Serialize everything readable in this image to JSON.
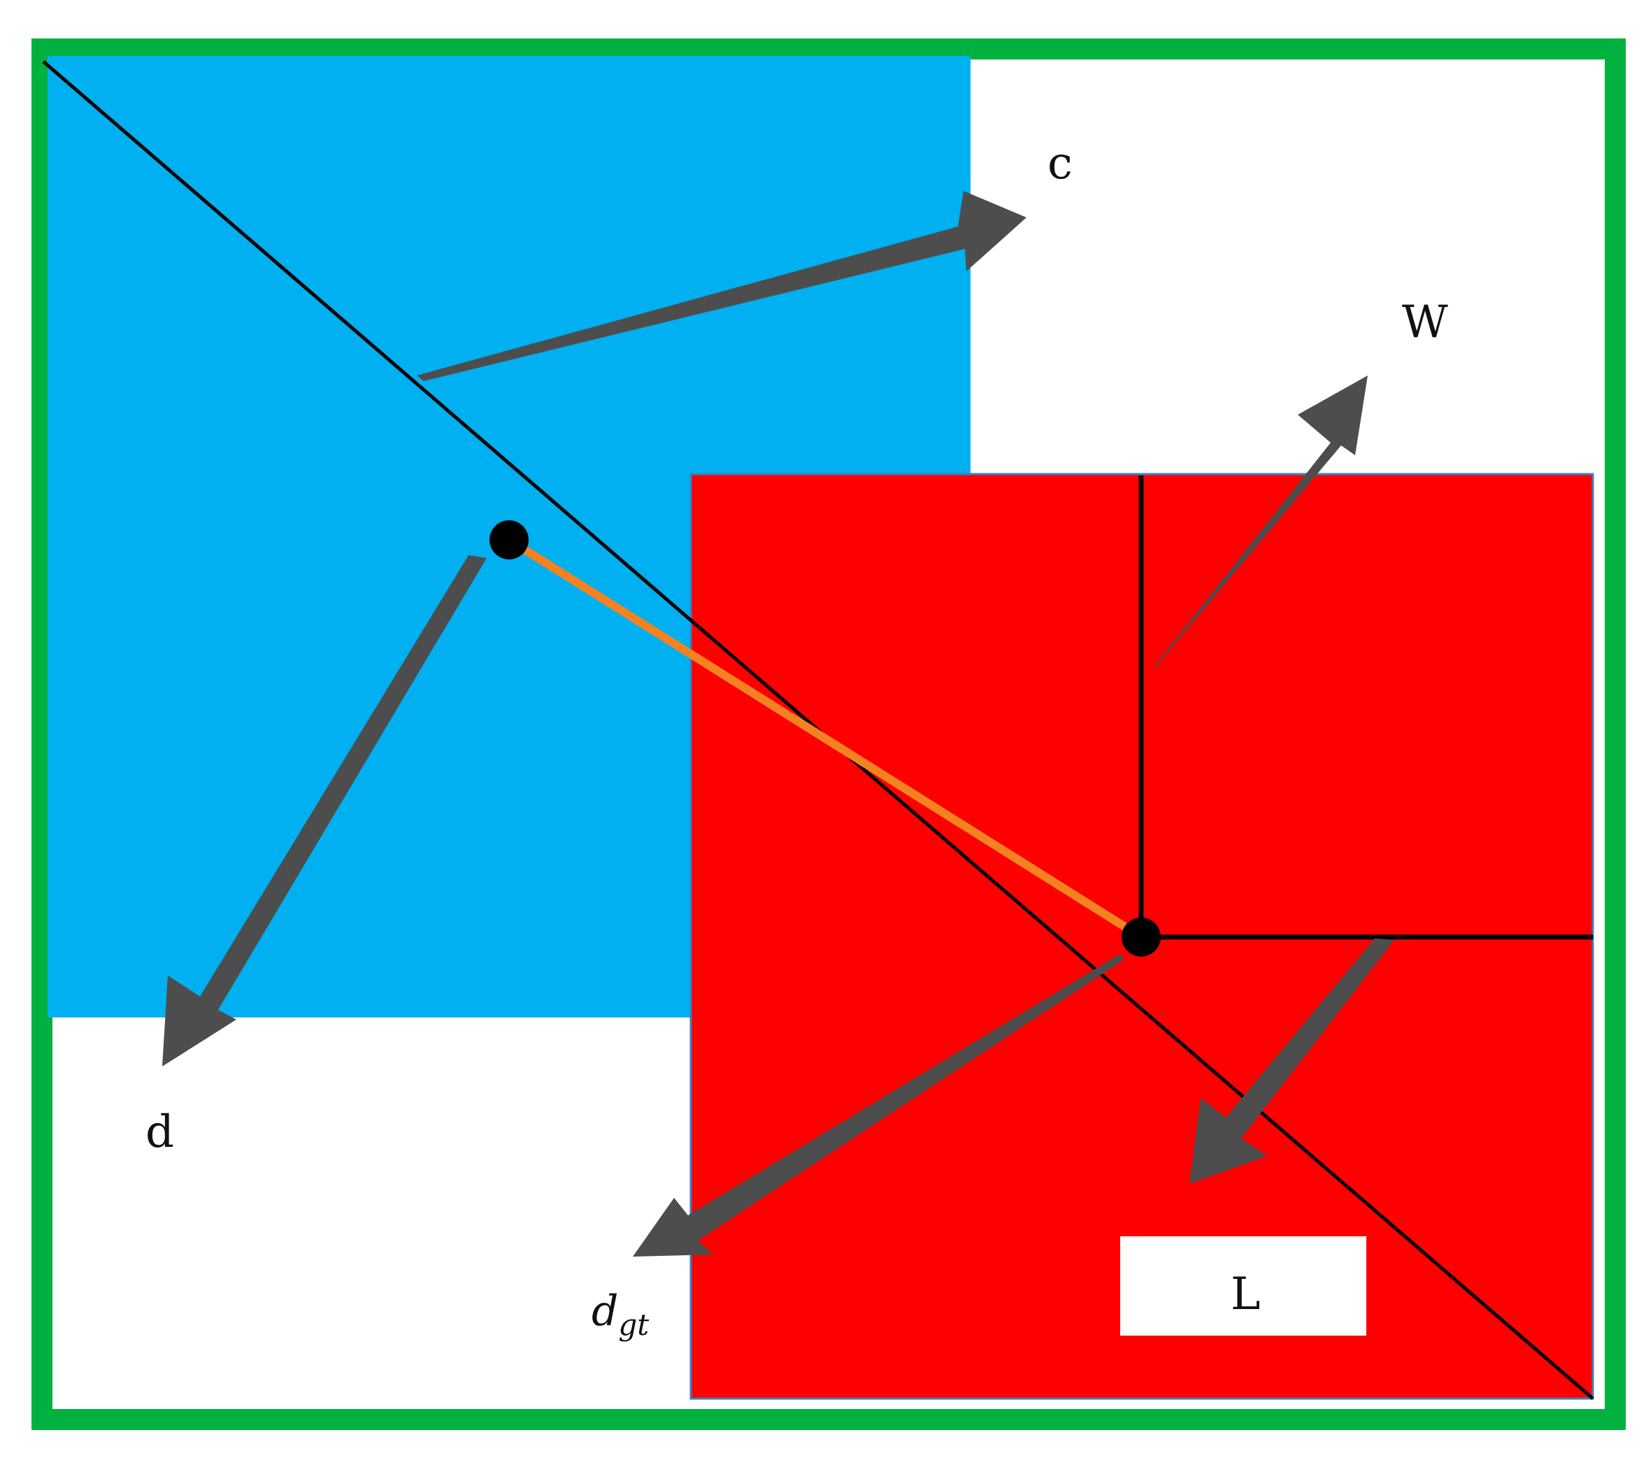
{
  "labels": {
    "c": "c",
    "w": "W",
    "d": "d",
    "dgt_main": "d",
    "dgt_sub": "gt",
    "l": "L"
  },
  "colors": {
    "outer_border": "#00B140",
    "predicted_box": "#00B0F0",
    "ground_truth_box": "#FF0000",
    "arrow": "#4D4D4D",
    "center_link": "#F58220",
    "line": "#000000",
    "background": "#FFFFFF"
  },
  "icons": {
    "center_point": "filled-circle"
  }
}
